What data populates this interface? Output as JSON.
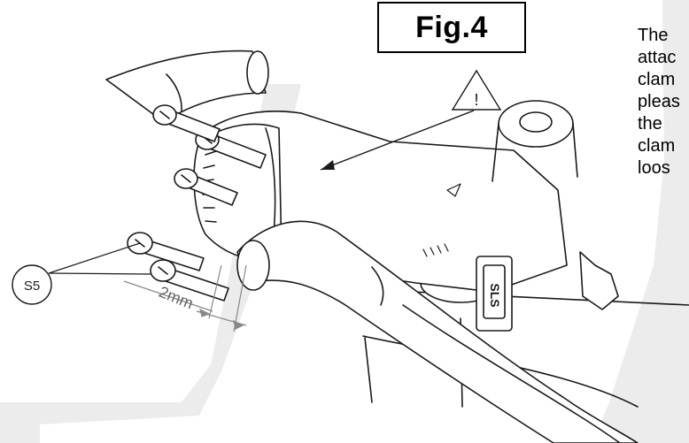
{
  "figure": {
    "label": "Fig.4",
    "callout_label": "S5",
    "dimension_label": "2mm",
    "warning_symbol": "!",
    "warning_icon": "warning-triangle-icon",
    "background_shape_color": "#ececec",
    "line_color": "#1a1a1a",
    "dimension_color": "#888888",
    "part_mark": "SLS"
  },
  "notice": {
    "lines": [
      "The",
      "attac",
      "clam",
      "pleas",
      "the",
      "clam",
      "loos"
    ]
  }
}
